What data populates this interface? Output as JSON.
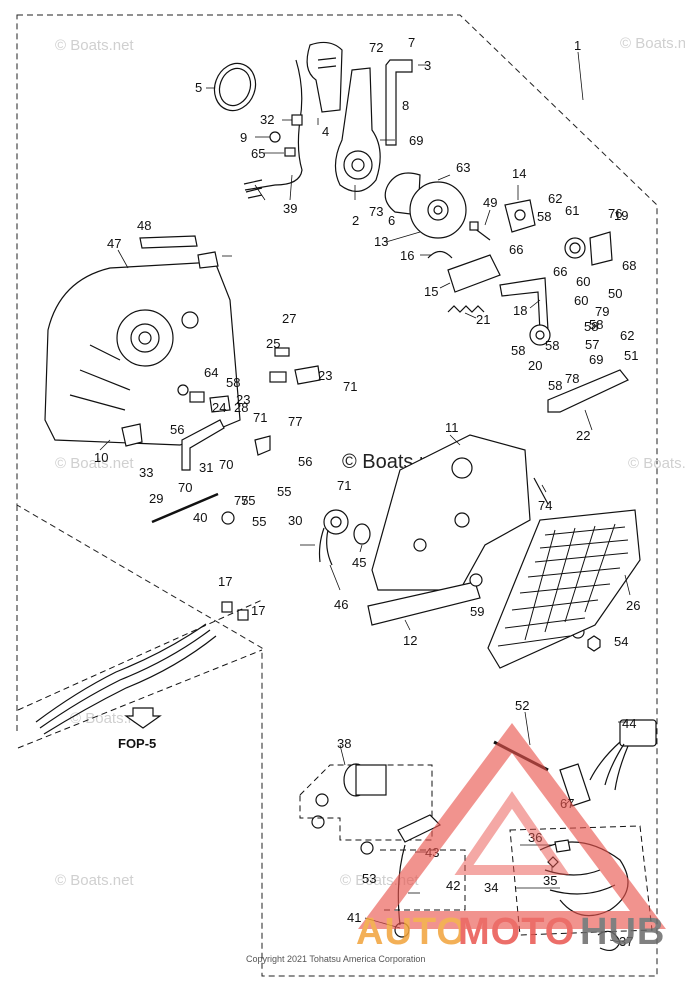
{
  "diagram": {
    "part_numbers": [
      "1",
      "2",
      "3",
      "4",
      "5",
      "6",
      "7",
      "8",
      "9",
      "10",
      "11",
      "12",
      "13",
      "14",
      "15",
      "16",
      "17",
      "18",
      "19",
      "20",
      "21",
      "22",
      "23",
      "24",
      "25",
      "26",
      "27",
      "28",
      "29",
      "30",
      "31",
      "32",
      "33",
      "34",
      "35",
      "36",
      "37",
      "38",
      "39",
      "40",
      "41",
      "42",
      "43",
      "44",
      "45",
      "46",
      "47",
      "48",
      "49",
      "50",
      "51",
      "52",
      "53",
      "54",
      "55",
      "56",
      "57",
      "58",
      "59",
      "60",
      "61",
      "62",
      "63",
      "64",
      "65",
      "66",
      "67",
      "68",
      "69",
      "70",
      "71",
      "72",
      "73",
      "74",
      "75",
      "76",
      "77",
      "78",
      "79"
    ],
    "reference": "FOP-5",
    "copyright": "Copyright 2021 Tohatsu America Corporation"
  },
  "watermarks": {
    "small": "© Boats.net",
    "center": "© Boats.net",
    "brand_auto": "AUTO",
    "brand_moto": "MOTO",
    "brand_hub": "HUB"
  },
  "colors": {
    "line": "#111111",
    "watermark": "#d0d0d0",
    "brand_orange": "#f2a33a",
    "brand_red": "#e9554f",
    "brand_gray": "#6b6b6b"
  }
}
